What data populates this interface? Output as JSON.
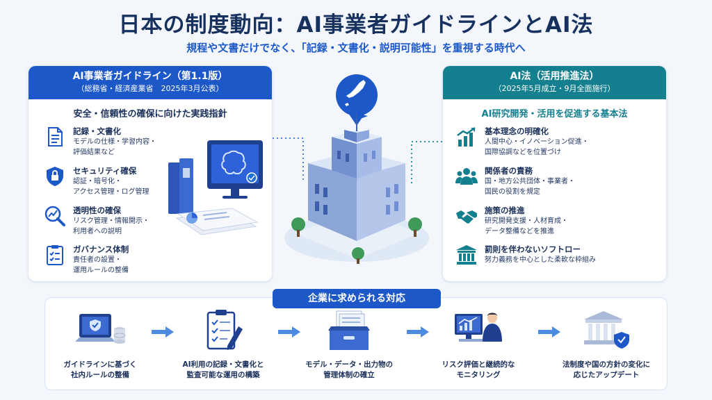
{
  "header": {
    "title": "日本の制度動向：AI事業者ガイドラインとAI法",
    "subtitle": "規程や文書だけでなく、「記録・文書化・説明可能性」を重視する時代へ"
  },
  "left_panel": {
    "title": "AI事業者ガイドライン（第1.1版）",
    "subtitle": "（総務省・経済産業省　2025年3月公表）",
    "lead": "安全・信頼性の確保に向けた実践指針",
    "items": [
      {
        "icon": "document-icon",
        "title": "記録・文書化",
        "desc1": "モデルの仕様・学習内容・",
        "desc2": "評価結果など"
      },
      {
        "icon": "shield-lock-icon",
        "title": "セキュリティ確保",
        "desc1": "認証・暗号化・",
        "desc2": "アクセス管理・ログ管理"
      },
      {
        "icon": "magnifier-chart-icon",
        "title": "透明性の確保",
        "desc1": "リスク管理・情報開示・",
        "desc2": "利用者への説明"
      },
      {
        "icon": "checklist-icon",
        "title": "ガバナンス体制",
        "desc1": "責任者の設置・",
        "desc2": "運用ルールの整備"
      }
    ]
  },
  "right_panel": {
    "title": "AI法（活用推進法）",
    "subtitle": "（2025年5月成立・9月全面施行）",
    "lead": "AI研究開発・活用を促進する基本法",
    "items": [
      {
        "icon": "growth-chart-icon",
        "title": "基本理念の明確化",
        "desc1": "人間中心・イノベーション促進・",
        "desc2": "国際協調などを位置づけ"
      },
      {
        "icon": "people-icon",
        "title": "関係者の責務",
        "desc1": "国・地方公共団体・事業者・",
        "desc2": "国民の役割を規定"
      },
      {
        "icon": "handshake-icon",
        "title": "施策の推進",
        "desc1": "研究開発支援・人材育成・",
        "desc2": "データ整備などを推進"
      },
      {
        "icon": "government-building-icon",
        "title": "罰則を伴わないソフトロー",
        "desc1": "努力義務を中心とした柔軟な枠組み",
        "desc2": ""
      }
    ]
  },
  "bottom": {
    "label": "企業に求められる対応",
    "steps": [
      {
        "icon": "laptop-shield-icon",
        "line1": "ガイドラインに基づく",
        "line2": "社内ルールの整備"
      },
      {
        "icon": "clipboard-pen-icon",
        "line1": "AI利用の記録・文書化と",
        "line2": "監査可能な運用の構築"
      },
      {
        "icon": "file-box-icon",
        "line1": "モデル・データ・出力物の",
        "line2": "管理体制の確立"
      },
      {
        "icon": "monitoring-person-icon",
        "line1": "リスク評価と継続的な",
        "line2": "モニタリング"
      },
      {
        "icon": "institution-shield-icon",
        "line1": "法制度や国の方針の変化に",
        "line2": "応じたアップデート"
      }
    ]
  },
  "colors": {
    "primary_blue": "#1d58c9",
    "teal": "#147f8e",
    "navy": "#17315f",
    "background": "#f3f7fc"
  }
}
